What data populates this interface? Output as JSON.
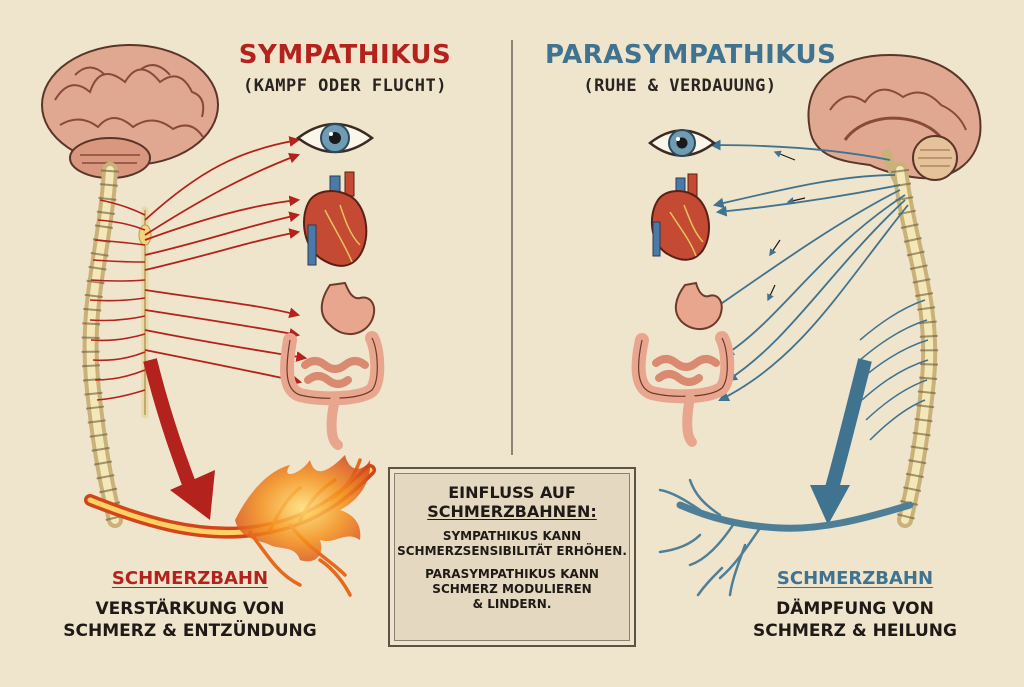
{
  "left": {
    "title": "SYMPATHIKUS",
    "subtitle": "(KAMPF ODER FLUCHT)",
    "path_label": "SCHMERZBAHN",
    "path_desc_line1": "VERSTÄRKUNG VON",
    "path_desc_line2": "SCHMERZ & ENTZÜNDUNG",
    "color": "#b3221c"
  },
  "right": {
    "title": "PARASYMPATHIKUS",
    "subtitle": "(RUHE & VERDAUUNG)",
    "path_label": "SCHMERZBAHN",
    "path_desc_line1": "DÄMPFUNG VON",
    "path_desc_line2": "SCHMERZ & HEILUNG",
    "color": "#3f7390"
  },
  "infobox": {
    "heading_line1": "EINFLUSS AUF",
    "heading_line2": "SCHMERZBAHNEN:",
    "text1_line1": "SYMPATHIKUS KANN",
    "text1_line2": "SCHMERZSENSIBILITÄT ERHÖHEN.",
    "text2_line1": "PARASYMPATHIKUS KANN",
    "text2_line2": "SCHMERZ MODULIEREN",
    "text2_line3": "& LINDERN."
  },
  "colors": {
    "background": "#efe4cc",
    "brain": "#e0a891",
    "heart": "#c44a33",
    "intestine": "#e8a68e",
    "spine": "#e9d9a6",
    "fire": "#f08a1e"
  }
}
